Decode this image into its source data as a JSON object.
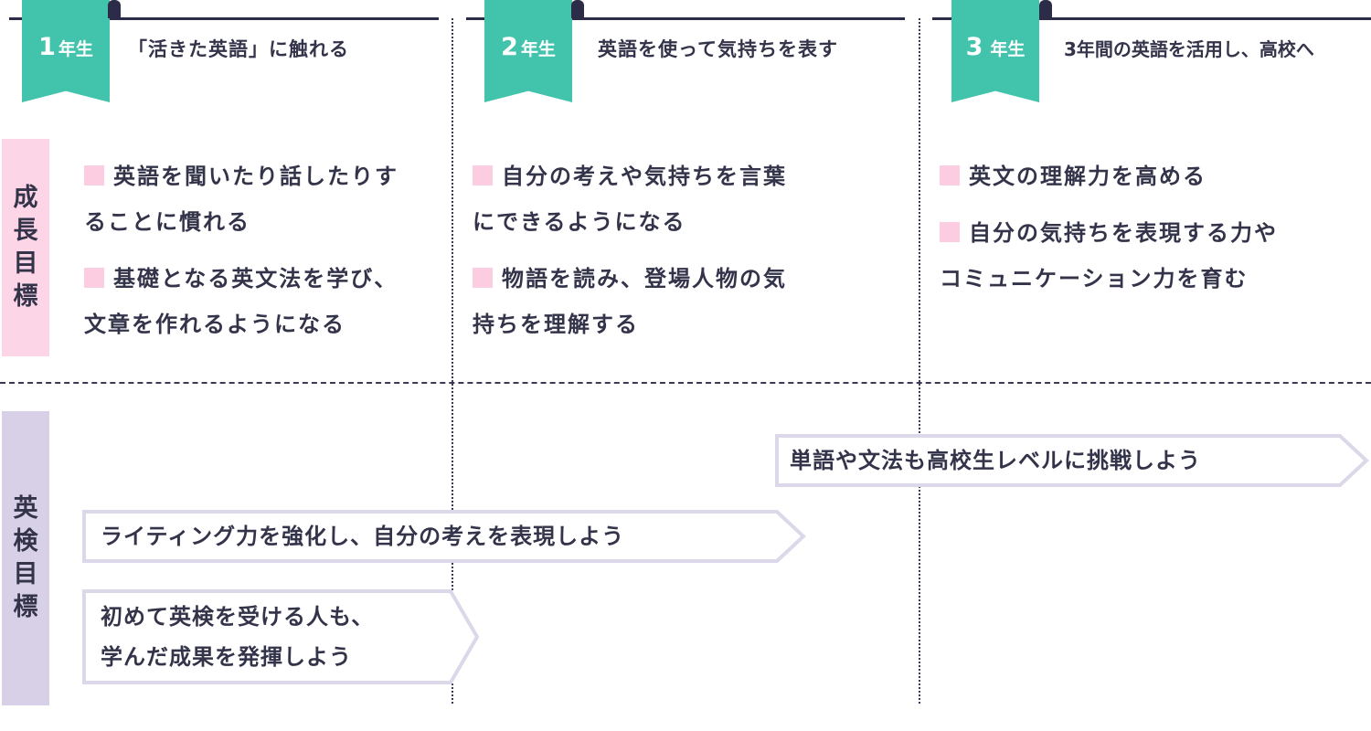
{
  "years": [
    {
      "num": "1",
      "label": "年生",
      "title": "「活きた英語」に触れる"
    },
    {
      "num": "2",
      "label": "年生",
      "title": "英語を使って気持ちを表す"
    },
    {
      "num": "3",
      "label": "年生",
      "title": "3年間の英語を活用し、高校へ"
    }
  ],
  "rows": {
    "growth": {
      "label": [
        "成",
        "長",
        "目",
        "標"
      ]
    },
    "eiken": {
      "label": [
        "英",
        "検",
        "目",
        "標"
      ]
    }
  },
  "growth_goals": {
    "y1": [
      {
        "line1": "英語を聞いたり話したりす",
        "line2": "ることに慣れる"
      },
      {
        "line1": "基礎となる英文法を学び、",
        "line2": "文章を作れるようになる"
      }
    ],
    "y2": [
      {
        "line1": "自分の考えや気持ちを言葉",
        "line2": "にできるようになる"
      },
      {
        "line1": "物語を読み、登場人物の気",
        "line2": "持ちを理解する"
      }
    ],
    "y3": [
      {
        "line1": "英文の理解力を高める",
        "line2": ""
      },
      {
        "line1": "自分の気持ちを表現する力や",
        "line2": "コミュニケーション力を育む"
      }
    ]
  },
  "eiken_goals": {
    "y3": "単語や文法も高校生レベルに挑戦しよう",
    "y2": "ライティング力を強化し、自分の考えを表現しよう",
    "y1": {
      "line1": "初めて英検を受ける人も、",
      "line2": "学んだ成果を発揮しよう"
    }
  },
  "colors": {
    "ribbon": "#42c3ac",
    "line": "#2c2c48",
    "growth_side": "#fcd6e6",
    "eiken_side": "#d8d0e6",
    "bullet": "#fccde1",
    "arrow_border": "#ddd7ea"
  }
}
